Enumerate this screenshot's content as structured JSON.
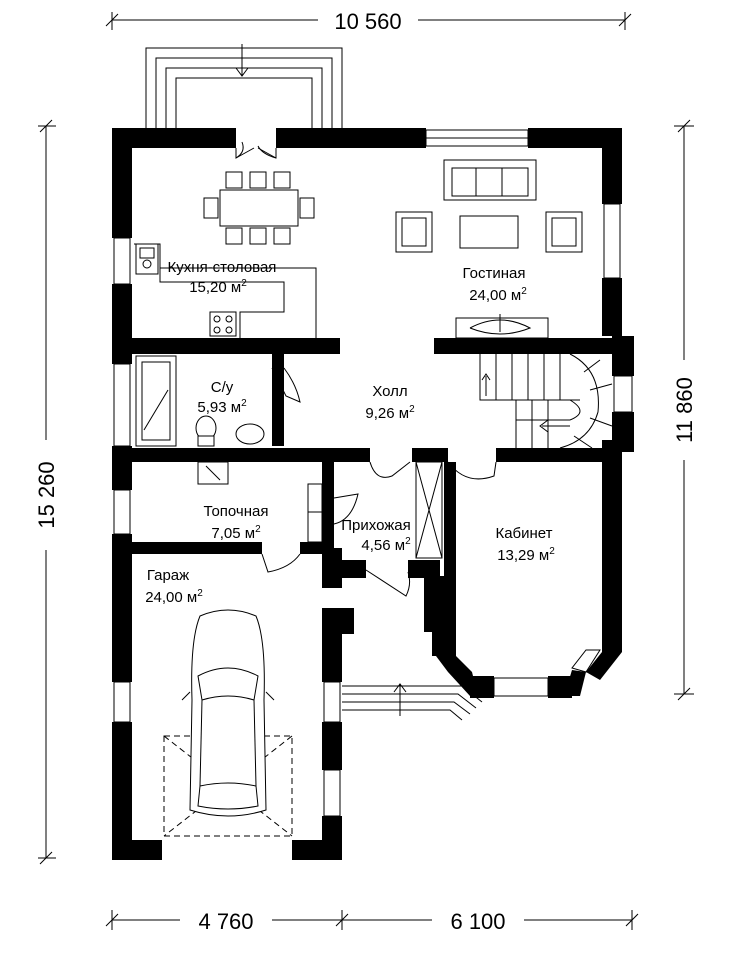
{
  "dimensions": {
    "top_width": "10 560",
    "left_height": "15 260",
    "right_height": "11 860",
    "bottom_left": "4 760",
    "bottom_right": "6 100"
  },
  "rooms": {
    "kitchen": {
      "name": "Кухня-столовая",
      "area": "15,20 м",
      "sup": "2"
    },
    "living": {
      "name": "Гостиная",
      "area": "24,00 м",
      "sup": "2"
    },
    "bathroom": {
      "name": "С/у",
      "area": "5,93 м",
      "sup": "2"
    },
    "hall": {
      "name": "Холл",
      "area": "9,26 м",
      "sup": "2"
    },
    "boiler": {
      "name": "Топочная",
      "area": "7,05 м",
      "sup": "2"
    },
    "entry": {
      "name": "Прихожая",
      "area": "4,56 м",
      "sup": "2"
    },
    "study": {
      "name": "Кабинет",
      "area": "13,29 м",
      "sup": "2"
    },
    "garage": {
      "name": "Гараж",
      "area": "24,00 м",
      "sup": "2"
    }
  }
}
